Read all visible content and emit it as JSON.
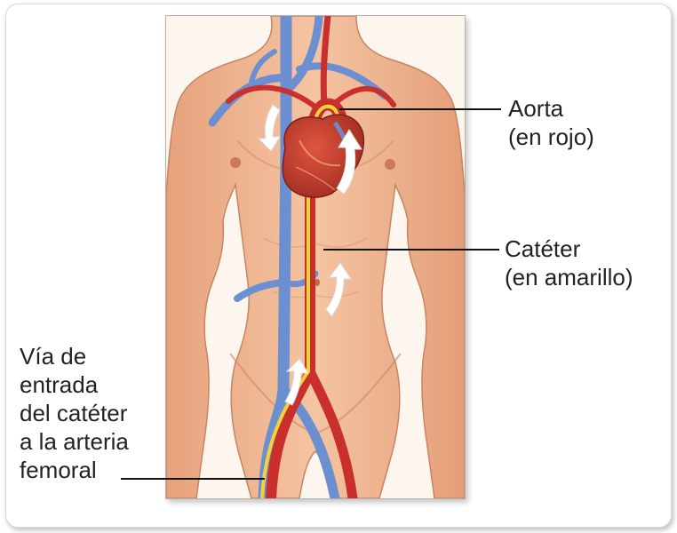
{
  "labels": {
    "aorta": {
      "line1": "Aorta",
      "line2": "(en rojo)"
    },
    "catheter": {
      "line1": "Catéter",
      "line2": "(en amarillo)"
    },
    "entry": {
      "line1": "Vía de",
      "line2": "entrada",
      "line3": "del catéter",
      "line4": "a la arteria",
      "line5": "femoral"
    }
  },
  "colors": {
    "skin": "#f0b792",
    "artery": "#c9302c",
    "vein": "#6c8fd1",
    "catheter": "#f2d23b",
    "flow_arrow": "#ffffff",
    "text": "#222222"
  }
}
